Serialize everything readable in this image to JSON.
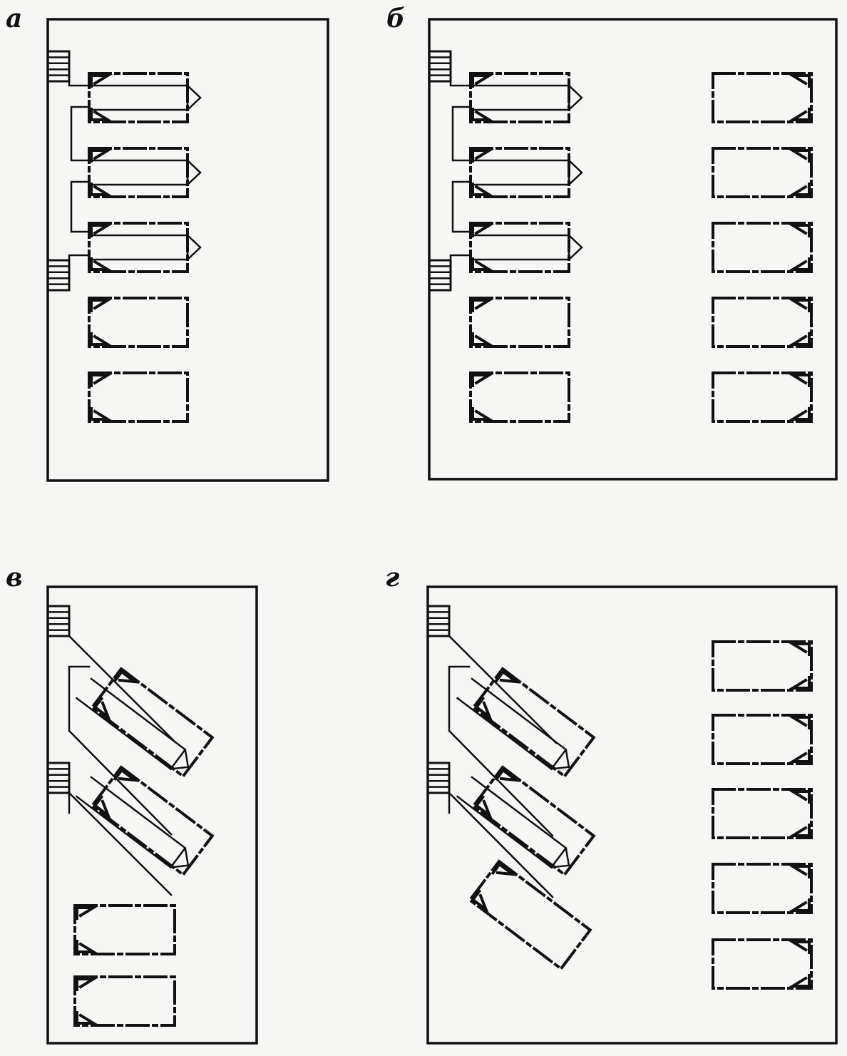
{
  "panels": [
    {
      "id": "a",
      "label": "а"
    },
    {
      "id": "b",
      "label": "б"
    },
    {
      "id": "v",
      "label": "в"
    },
    {
      "id": "g",
      "label": "г"
    }
  ],
  "colors": {
    "ink": "#111111",
    "paper": "#f6f6f4"
  }
}
